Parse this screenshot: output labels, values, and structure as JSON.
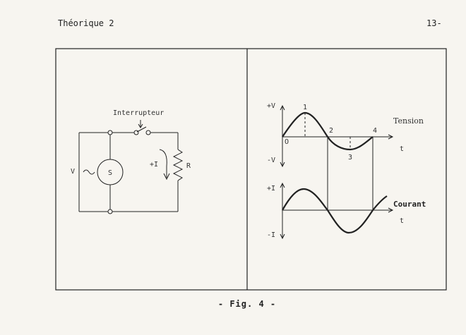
{
  "page": {
    "header_left": "Théorique 2",
    "header_right": "13-",
    "caption": "- Fig. 4 -"
  },
  "circuit": {
    "switch_label": "Interrupteur",
    "source_label": "S",
    "voltage_label": "V",
    "current_label": "+I",
    "resistor_label": "R"
  },
  "graphs": {
    "tension": {
      "title": "Tension",
      "y_pos_label": "+V",
      "y_neg_label": "-V",
      "x_label": "t",
      "origin_label": "O",
      "point_labels": [
        "1",
        "2",
        "3",
        "4"
      ]
    },
    "courant": {
      "title": "Courant",
      "y_pos_label": "+I",
      "y_neg_label": "-I",
      "x_label": "t"
    }
  }
}
